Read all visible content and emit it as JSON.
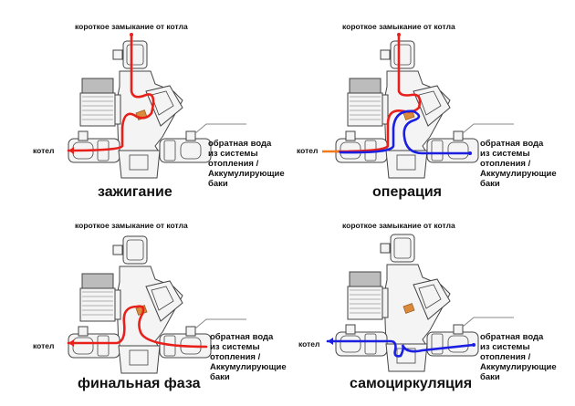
{
  "colors": {
    "hot_flow": "#e8201c",
    "cold_flow": "#1a1fe0",
    "boiler_out": "#f07a1a",
    "valve_element": "#d98a3a",
    "outline": "#444444",
    "body_fill": "#f4f4f4",
    "pump_fill": "#bcbcbc"
  },
  "labels": {
    "bypass": "короткое замыкание от котла",
    "boiler": "котел",
    "return_line1": "обратная вода",
    "return_line2": "из системы",
    "return_line3": "отопления /",
    "return_line4": "Аккумулирующие",
    "return_line5": "баки"
  },
  "panels": [
    {
      "caption": "зажигание",
      "flows": [
        "hot"
      ]
    },
    {
      "caption": "операция",
      "flows": [
        "hot",
        "cold",
        "boiler_out"
      ]
    },
    {
      "caption": "финальная фаза",
      "flows": [
        "hot"
      ]
    },
    {
      "caption": "самоциркуляция",
      "flows": [
        "cold"
      ]
    }
  ]
}
